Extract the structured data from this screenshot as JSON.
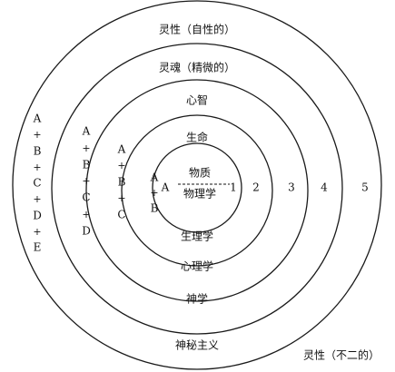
{
  "rings": {
    "outer_title": "灵性（自性的）",
    "soul_title": "灵魂（精微的）",
    "mind_title": "心智",
    "life_title": "生命",
    "matter_title": "物质",
    "core_science": "物理学",
    "life_science": "生理学",
    "mind_science": "心理学",
    "soul_science": "神学",
    "spirit_science": "神秘主义",
    "nondual": "灵性（不二的）"
  },
  "level_numbers": [
    "1",
    "2",
    "3",
    "4",
    "5"
  ],
  "core_letter": "A",
  "stacks": [
    [
      "A",
      "+",
      "B"
    ],
    [
      "A",
      "+",
      "B",
      "+",
      "C"
    ],
    [
      "A",
      "+",
      "B",
      "+",
      "C",
      "+",
      "D"
    ],
    [
      "A",
      "+",
      "B",
      "+",
      "C",
      "+",
      "D",
      "+",
      "E"
    ]
  ]
}
